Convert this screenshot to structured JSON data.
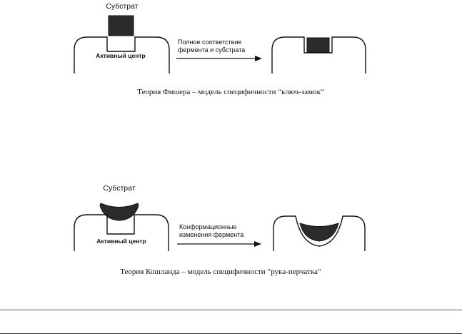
{
  "colors": {
    "ink": "#111111",
    "substrate_fill": "#2b2b2b",
    "background": "#ffffff"
  },
  "fischer": {
    "substrate_label": "Субстрат",
    "active_center_label": "Активный центр",
    "arrow_label_line1": "Полное соответствие",
    "arrow_label_line2": "фермента и субстрата",
    "caption": "Теория Фишера – модель специфичности “ключ-замок“"
  },
  "koshland": {
    "substrate_label": "Субстрат",
    "active_center_label": "Активный центр",
    "arrow_label_line1": "Конформационные",
    "arrow_label_line2": "изменения фермента",
    "caption": "Теория Кошланда – модель специфичности “рука-перчатка“"
  }
}
